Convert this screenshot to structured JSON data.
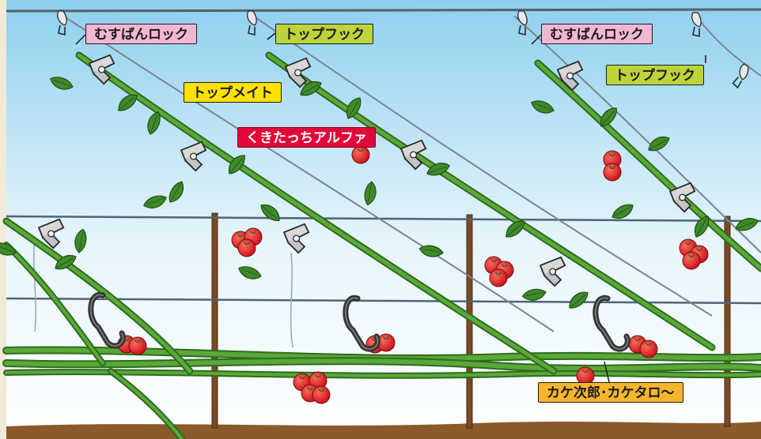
{
  "labels": {
    "musuban_lock_1": "むすばんロック",
    "top_hook_1": "トップフック",
    "top_mate": "トップメイト",
    "kukitacchi_alpha": "くきたっちアルファ",
    "musuban_lock_2": "むすばんロック",
    "top_hook_2": "トップフック",
    "kakejiro": "カケ次郎･カケタロ〜"
  },
  "colors": {
    "sky_top": "#8ecfee",
    "sky_bottom": "#ffffff",
    "side_panel": "#f1ead6",
    "soil": "#8a5a2a",
    "stem": "#4f9c2e",
    "leaf": "#3f8a2a",
    "tomato": "#e21b23",
    "post": "#7a4a24",
    "wire": "#55606a",
    "clip": "#d8d8d8",
    "hook": "#3a3a3a",
    "pink_label": "#f2b6d4",
    "green_label": "#bcd43a",
    "yellow_label": "#ffe100",
    "red_label": "#e2073a",
    "orange_label": "#f7b52c"
  }
}
